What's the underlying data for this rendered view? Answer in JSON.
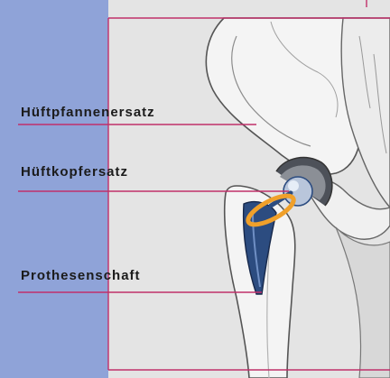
{
  "labels": {
    "cup": "Hüftpfannenersatz",
    "head": "Hüftkopfersatz",
    "stem": "Prothesenschaft"
  },
  "colors": {
    "side_panel": "#8fa3d8",
    "frame_line": "#c0306a",
    "leader_line": "#c0306a",
    "bone_fill": "#f4f4f4",
    "bone_shadow": "#c9c9c9",
    "stem_blue": "#2c4c80",
    "cup_orange": "#f0a02a",
    "head_grey": "#8b8f96"
  }
}
